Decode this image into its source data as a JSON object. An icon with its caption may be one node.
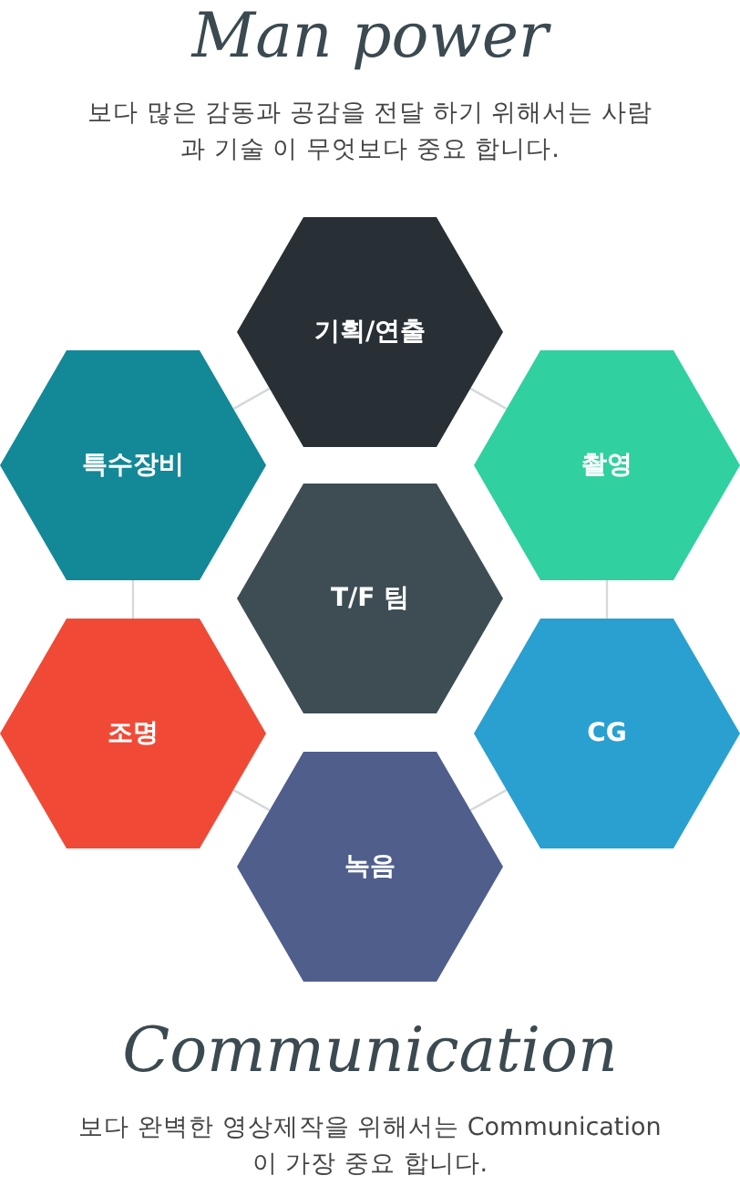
{
  "diagram": {
    "nodes": [
      {
        "text": [
          "기획/연출"
        ]
      },
      {
        "text": [
          "특수장비"
        ]
      },
      {
        "text": [
          "촬영"
        ]
      },
      {
        "text": [
          "T/F 팀"
        ]
      },
      {
        "text": [
          "조명"
        ]
      },
      {
        "text": [
          "CG"
        ]
      },
      {
        "text": [
          "녹음"
        ]
      }
    ],
    "edges": [
      {
        "from": 0,
        "to": 2,
        "arrow": "none"
      },
      {
        "from": 2,
        "to": 5,
        "arrow": "none"
      },
      {
        "from": 5,
        "to": 6,
        "arrow": "none"
      },
      {
        "from": 6,
        "to": 4,
        "arrow": "none"
      },
      {
        "from": 4,
        "to": 1,
        "arrow": "none"
      },
      {
        "from": 1,
        "to": 0,
        "arrow": "none"
      }
    ],
    "labels": [
      "Man power",
      "보다 많은 감동과 공감을 전달 하기 위해서는 사람과 기술 이 무엇보다 중요 합니다.",
      "Communication",
      "보다 완벽한 영상제작을 위해서는 Communication이 가장 중요 합니다."
    ]
  }
}
